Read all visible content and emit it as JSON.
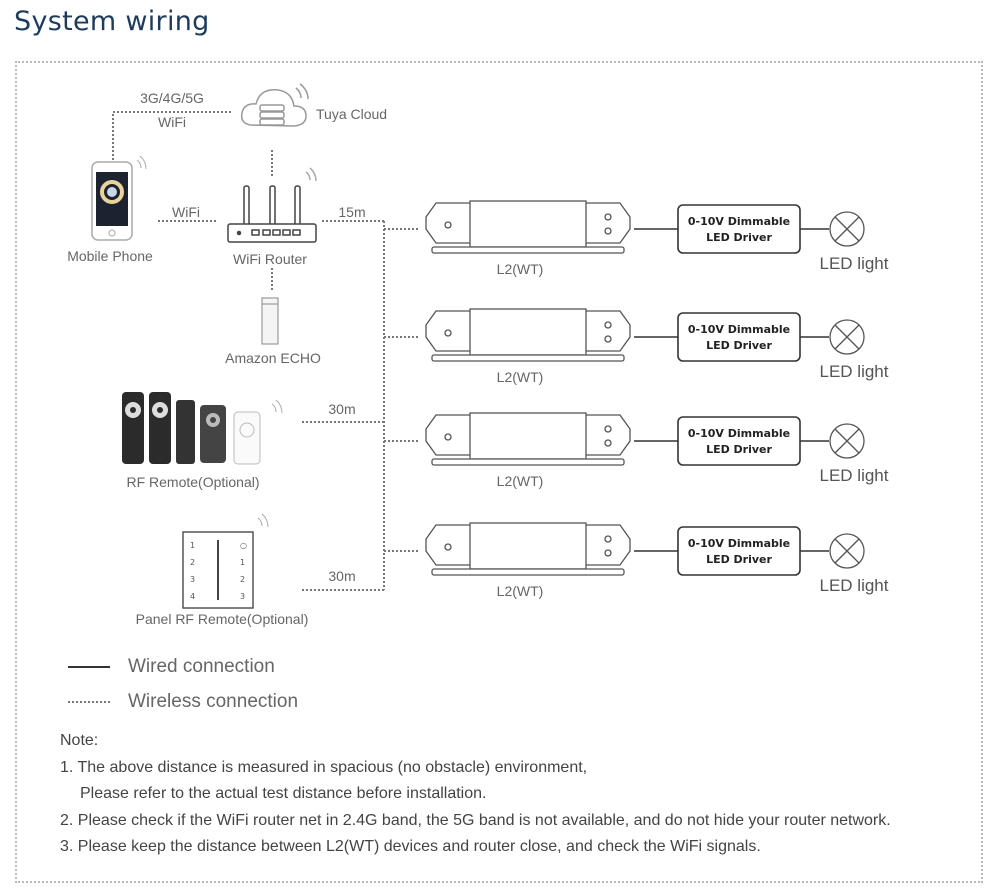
{
  "title": "System wiring",
  "cloud": {
    "label": "Tuya Cloud",
    "link_top": "3G/4G/5G",
    "link_bottom": "WiFi"
  },
  "phone": {
    "label": "Mobile Phone",
    "link_label": "WiFi"
  },
  "router": {
    "label": "WiFi Router",
    "distance": "15m"
  },
  "echo": {
    "label": "Amazon ECHO"
  },
  "rf_remote": {
    "label": "RF Remote(Optional)",
    "distance": "30m"
  },
  "panel_remote": {
    "label": "Panel RF Remote(Optional)",
    "distance": "30m"
  },
  "channels": [
    {
      "device": "L2(WT)",
      "driver_line1": "0-10V Dimmable",
      "driver_line2": "LED Driver",
      "light": "LED light"
    },
    {
      "device": "L2(WT)",
      "driver_line1": "0-10V Dimmable",
      "driver_line2": "LED Driver",
      "light": "LED light"
    },
    {
      "device": "L2(WT)",
      "driver_line1": "0-10V Dimmable",
      "driver_line2": "LED Driver",
      "light": "LED light"
    },
    {
      "device": "L2(WT)",
      "driver_line1": "0-10V Dimmable",
      "driver_line2": "LED Driver",
      "light": "LED light"
    }
  ],
  "legend": {
    "wired": "Wired connection",
    "wireless": "Wireless connection"
  },
  "notes": {
    "heading": "Note:",
    "items": [
      "1. The above distance is measured in spacious (no obstacle) environment,",
      "Please refer to the actual test distance before installation.",
      "2. Please check if the WiFi router net in 2.4G band, the 5G band is not available, and do not hide your router network.",
      "3. Please keep the distance between L2(WT) devices and router close, and check the WiFi signals."
    ]
  },
  "colors": {
    "title": "#1f3b5c",
    "frame": "#b9b9b9",
    "wire": "#333333",
    "wireless": "#777777"
  }
}
